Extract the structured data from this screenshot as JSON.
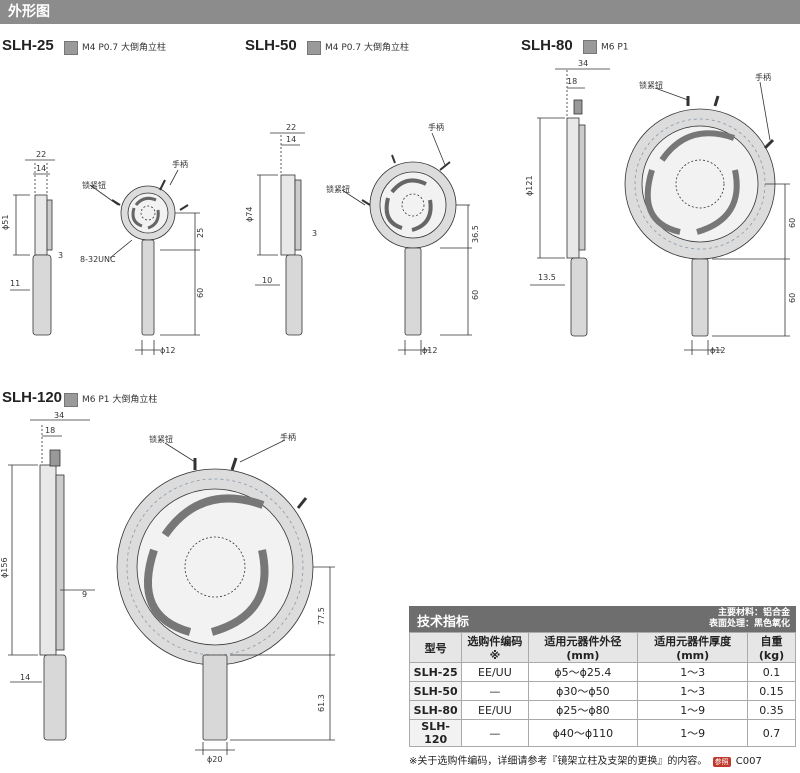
{
  "header": {
    "title": "外形图"
  },
  "models": [
    {
      "name": "SLH-25",
      "spec": "M4 P0.7 大倒角立柱"
    },
    {
      "name": "SLH-50",
      "spec": "M4 P0.7 大倒角立柱"
    },
    {
      "name": "SLH-80",
      "spec": "M6 P1"
    },
    {
      "name": "SLH-120",
      "spec": "M6 P1 大倒角立柱"
    }
  ],
  "labels": {
    "lock_knob": "锁紧钮",
    "handle": "手柄",
    "thread": "8-32UNC"
  },
  "dims": {
    "slh25": {
      "w22": "22",
      "w14": "14",
      "d51": "ϕ51",
      "d3": "3",
      "d11": "11",
      "d25": "25",
      "d60": "60",
      "d12": "ϕ12"
    },
    "slh50": {
      "w22": "22",
      "w14": "14",
      "d74": "ϕ74",
      "d3": "3",
      "d10": "10",
      "d365": "36.5",
      "d60": "60",
      "d12": "ϕ12"
    },
    "slh80": {
      "w34": "34",
      "w18": "18",
      "d121": "ϕ121",
      "d135": "13.5",
      "d60a": "60",
      "d60b": "60",
      "d12": "ϕ12"
    },
    "slh120": {
      "w34": "34",
      "w18": "18",
      "d156": "ϕ156",
      "d9": "9",
      "d14": "14",
      "d775": "77.5",
      "d613": "61.3",
      "d20": "ϕ20"
    }
  },
  "spec_table": {
    "title": "技术指标",
    "material": "主要材料：铝合金",
    "surface": "表面处理：黑色氧化",
    "headers": [
      "型号",
      "选购件编码※",
      "适用元器件外径(mm)",
      "适用元器件厚度(mm)",
      "自重(kg)"
    ],
    "rows": [
      [
        "SLH-25",
        "EE/UU",
        "ϕ5〜ϕ25.4",
        "1〜3",
        "0.1"
      ],
      [
        "SLH-50",
        "—",
        "ϕ30〜ϕ50",
        "1〜3",
        "0.15"
      ],
      [
        "SLH-80",
        "EE/UU",
        "ϕ25〜ϕ80",
        "1〜9",
        "0.35"
      ],
      [
        "SLH-120",
        "—",
        "ϕ40〜ϕ110",
        "1〜9",
        "0.7"
      ]
    ]
  },
  "footnote": {
    "text": "※关于选购件编码，详细请参考『镜架立柱及支架的更换』的内容。",
    "ref_badge": "参照",
    "ref_code": "C007"
  }
}
